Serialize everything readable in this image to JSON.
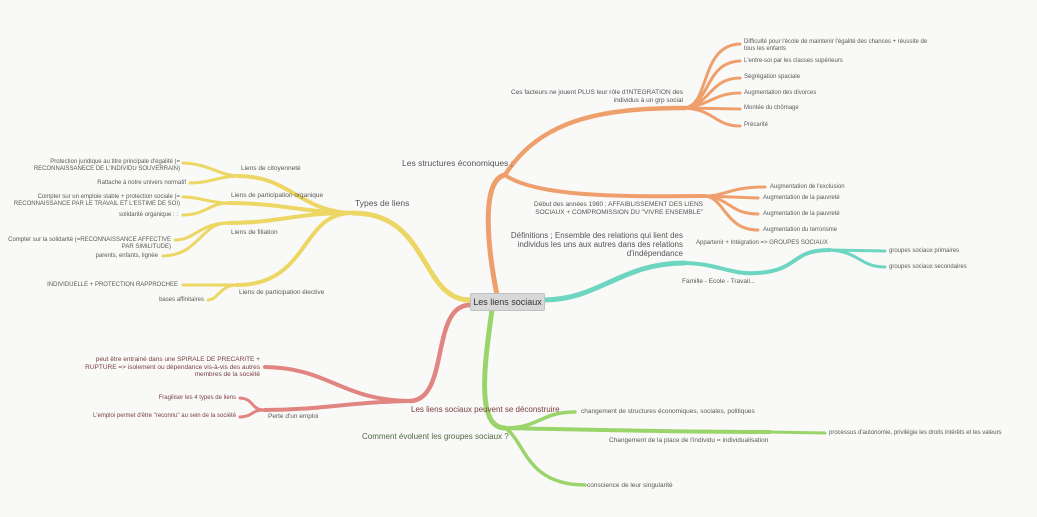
{
  "colors": {
    "orange": "#ee9f6b",
    "teal": "#6dd6c0",
    "yellow": "#ecd764",
    "red": "#e08580",
    "green": "#9bd46b",
    "background": "#f9f9f8"
  },
  "center": "Les liens sociaux",
  "orange": {
    "label": "Les structures économiques ;",
    "sub1": {
      "label": "Ces facteurs ne jouent PLUS leur rôle d'INTEGRATION des individus à un grp social",
      "items": [
        "Difficulté pour l'école de maintenir l'égalité des chances + réussite de tous les enfants",
        "L'entre-soi par les classes supérieurs",
        "Ségrégation spaciale",
        "Augmentation des divorces",
        "Montée du chômage",
        "Précarité"
      ]
    },
    "sub2": {
      "label": "Début des années 1980 ; AFFAIBLISSEMENT DES LIENS SOCIAUX + COMPROMISSION DU \"VIVRE ENSEMBLE\"",
      "items": [
        "Augmentation de l'exclusion",
        "Augmentation de la pauvreté",
        "Augmentation de la pauvreté",
        "Augmentation du terrorisme"
      ]
    }
  },
  "teal": {
    "label": "Définitions ; Ensemble des relations qui lient des individus les uns aux autres dans des relations d'indépendance",
    "sub": "Famille - Ecole - Travail...",
    "sub2": "Appartenir + Intégration => GROUPES SOCIAUX",
    "items": [
      "groupes sociaux primaires",
      "groupes sociaux secondaires"
    ]
  },
  "yellow": {
    "label": "Types de liens",
    "groups": [
      {
        "label": "Liens de citoyenneté",
        "items": [
          "Protection juridique au titre principale d'égalité (= RECONNAISSANECE DE L'INDIVIDU SOUVERRAIN)",
          "Rattache à notre univers normatif"
        ]
      },
      {
        "label": "Liens de participation organique",
        "items": [
          "Compter sur un emploie stable + protection sociale (= RECONNAISSANCE PAR LE TRAVAIL ET L'ESTIME DE SOI)",
          "solidarité organique : :"
        ]
      },
      {
        "label": "Liens de filiation",
        "items": [
          "Compter sur la solidarité (=RECONNAISSANCE AFFECTIVE PAR SIMILITUDE)",
          "parents, enfants, lignée"
        ]
      },
      {
        "label": "Liens de participation élective",
        "items": [
          "INDIVIDUELLE + PROTECTION RAPPROCHEE",
          "bases affinitaires"
        ]
      }
    ]
  },
  "red": {
    "label": "Les liens sociaux peuvent se déconstruire",
    "spirale": "peut être entrainé dans une SPIRALE DE PRECARITE + RUPTURE => isolement ou dépendance vis-à-vis des autres membres de la société",
    "emploi": {
      "label": "Perte d'un emploi",
      "items": [
        "Fragiliser les 4 types de liens",
        "L'emploi permet d'être \"reconnu\" au sein de la société"
      ]
    }
  },
  "green": {
    "label": "Comment évoluent les groupes sociaux ?",
    "items": [
      "changement de structures économiques, sociales, politiques",
      "Changement de la place de l'individu = individualisation",
      "conscience de leur singularité"
    ],
    "sub": "processus d'autonomie, privilégie les droits intérêts et les valeurs"
  }
}
